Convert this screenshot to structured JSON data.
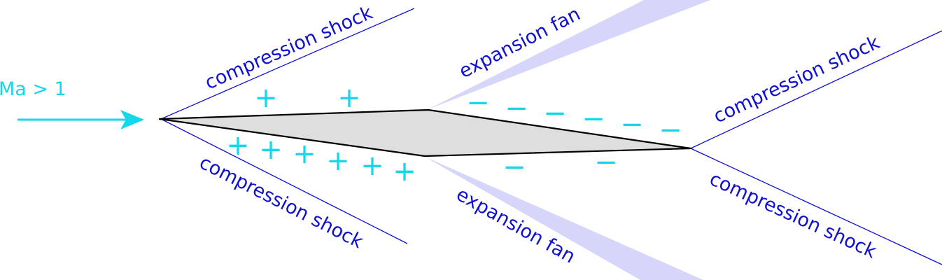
{
  "colors": {
    "shock_line": "#1010d0",
    "label_blue": "#1010d0",
    "flow_cyan": "#16d7ea",
    "airfoil_fill": "#dedede",
    "airfoil_stroke": "#000000",
    "fan_fill": "#d6d6fb"
  },
  "labels": {
    "mach": "Ma > 1",
    "upper_front_shock": "compression shock",
    "lower_front_shock": "compression shock",
    "upper_fan": "expansion fan",
    "lower_fan": "expansion fan",
    "upper_rear_shock": "compression shock",
    "lower_rear_shock": "compression shock"
  },
  "signs": {
    "plus": "+",
    "minus": "−"
  }
}
